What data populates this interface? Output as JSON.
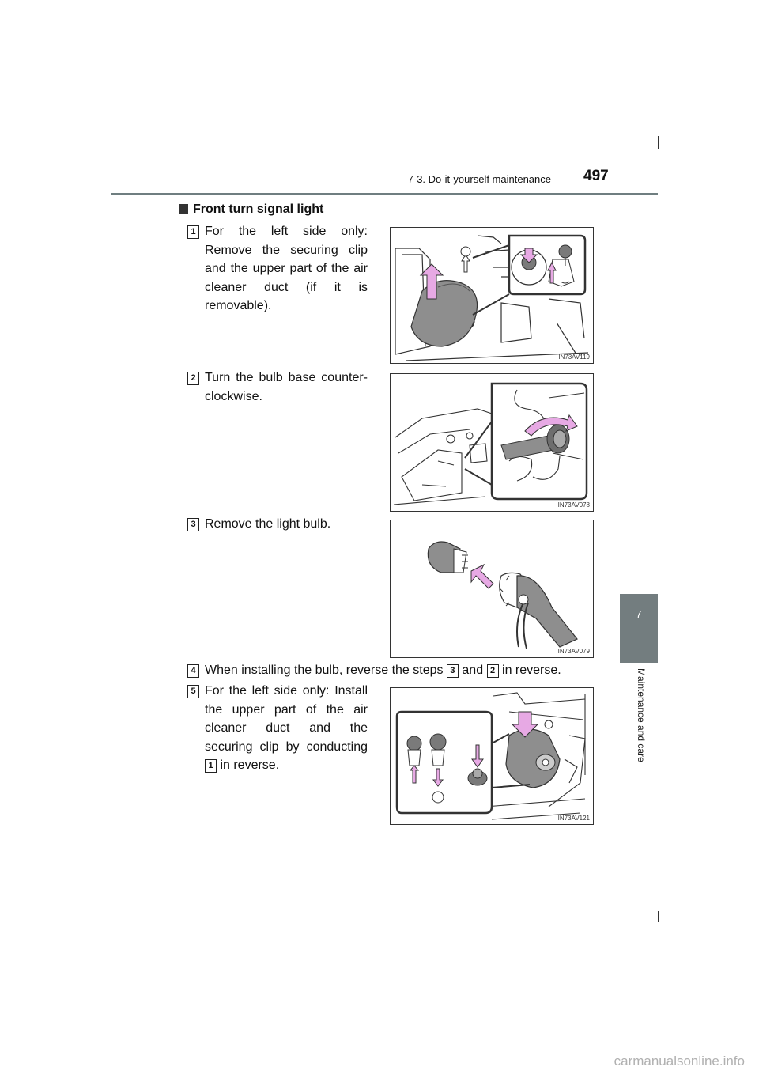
{
  "header": {
    "section": "7-3. Do-it-yourself maintenance",
    "page_number": "497"
  },
  "side_tab": {
    "chapter_number": "7",
    "chapter_title": "Maintenance and care"
  },
  "heading": "Front turn signal light",
  "steps": [
    {
      "number": "1",
      "text": "For the left side only: Remove the securing clip and the upper part of the air cleaner duct (if it is removable).",
      "figure_code": "IN73AV119"
    },
    {
      "number": "2",
      "text": "Turn the bulb base counter-clockwise.",
      "figure_code": "IN73AV078"
    },
    {
      "number": "3",
      "text": "Remove the light bulb.",
      "figure_code": "IN73AV079"
    },
    {
      "number": "4",
      "text_before": "When installing the bulb, reverse the steps",
      "ref_a": "3",
      "text_middle": "and",
      "ref_b": "2",
      "text_after": "in reverse."
    },
    {
      "number": "5",
      "text_before": "For the left side only: Install the upper part of the air cleaner duct and the securing clip by conducting",
      "ref": "1",
      "text_after": "in reverse.",
      "figure_code": "IN73AV121"
    }
  ],
  "watermark": "carmanualsonline.info",
  "colors": {
    "tab_gray": "#737d7f",
    "rule_gray": "#6f7e80",
    "arrow_pink": "#e7a9e4"
  }
}
